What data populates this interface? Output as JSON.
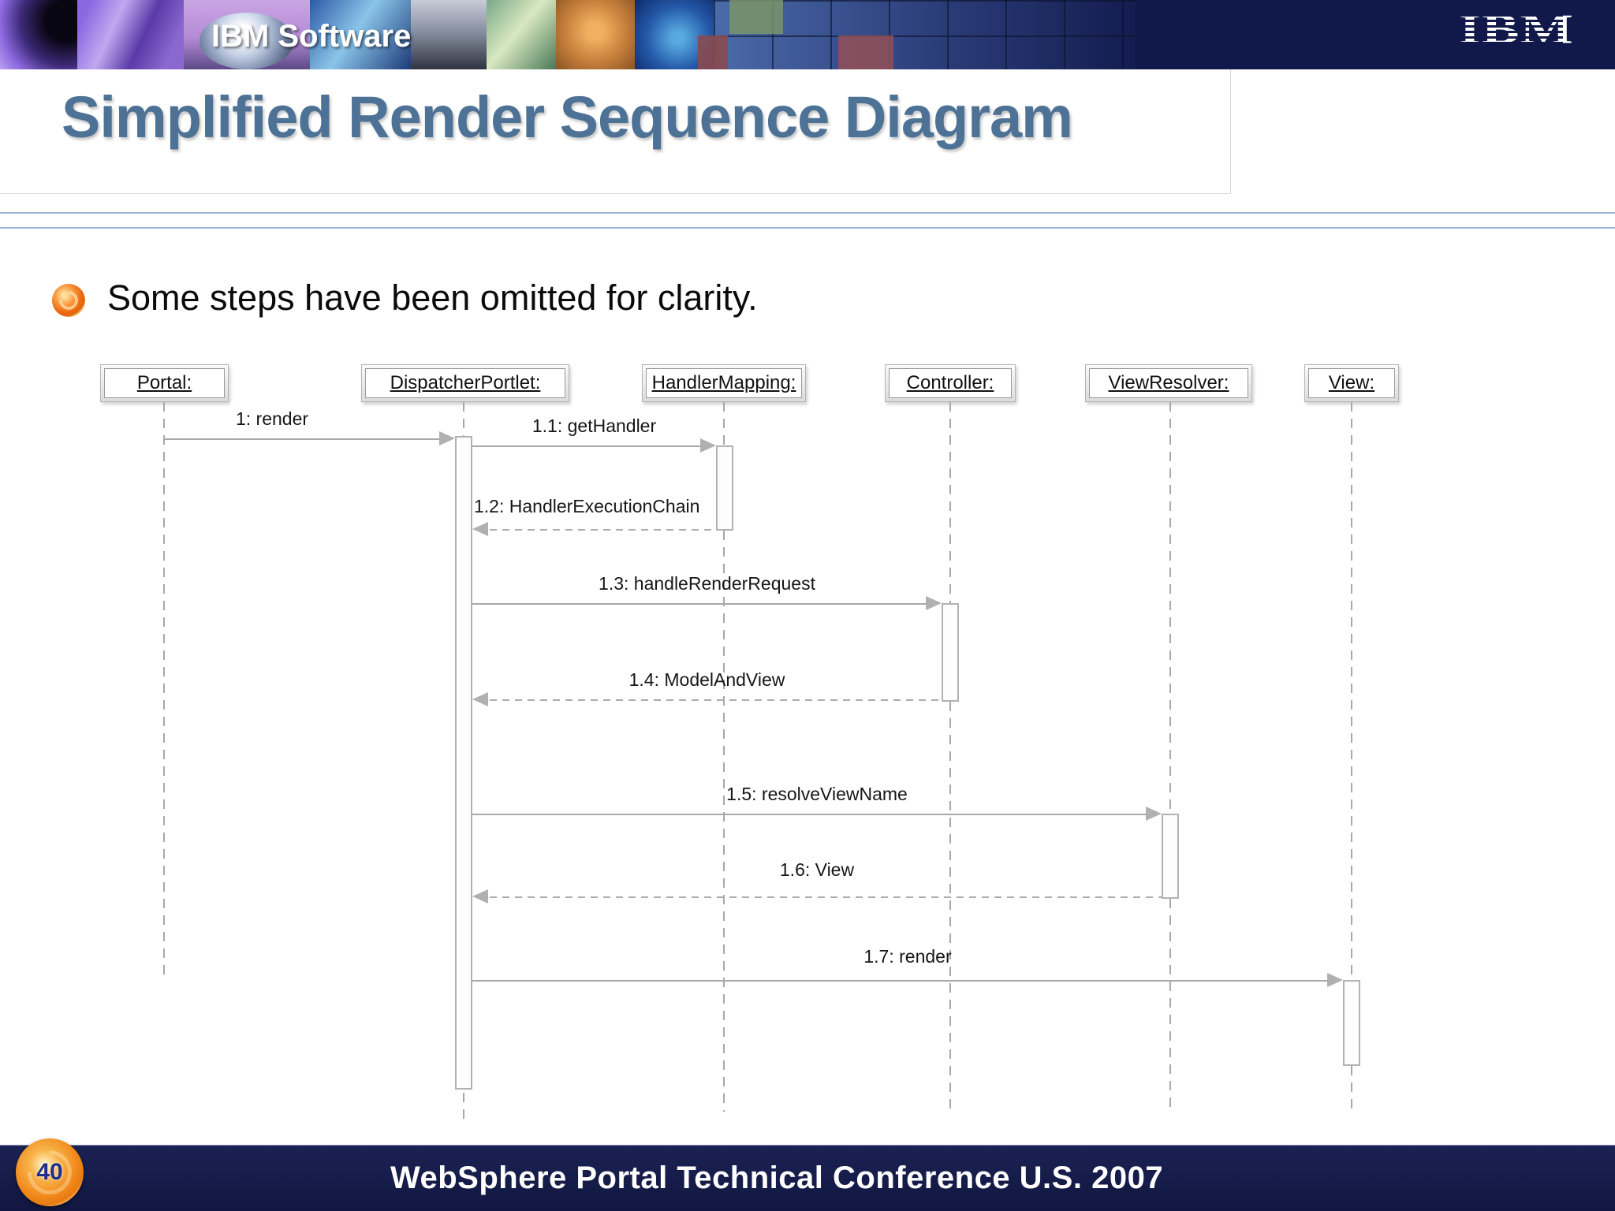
{
  "banner": {
    "brand_text": "IBM Software",
    "logo_text": "IBM"
  },
  "slide": {
    "title": "Simplified Render Sequence Diagram",
    "bullet_text": "Some steps have been omitted for clarity."
  },
  "diagram": {
    "lifelines": [
      {
        "label": "Portal:"
      },
      {
        "label": "DispatcherPortlet:"
      },
      {
        "label": "HandlerMapping:"
      },
      {
        "label": "Controller:"
      },
      {
        "label": "ViewResolver:"
      },
      {
        "label": "View:"
      }
    ],
    "messages": [
      {
        "label": "1: render",
        "from": "Portal",
        "to": "DispatcherPortlet",
        "kind": "call"
      },
      {
        "label": "1.1: getHandler",
        "from": "DispatcherPortlet",
        "to": "HandlerMapping",
        "kind": "call"
      },
      {
        "label": "1.2: HandlerExecutionChain",
        "from": "HandlerMapping",
        "to": "DispatcherPortlet",
        "kind": "return"
      },
      {
        "label": "1.3: handleRenderRequest",
        "from": "DispatcherPortlet",
        "to": "Controller",
        "kind": "call"
      },
      {
        "label": "1.4: ModelAndView",
        "from": "Controller",
        "to": "DispatcherPortlet",
        "kind": "return"
      },
      {
        "label": "1.5: resolveViewName",
        "from": "DispatcherPortlet",
        "to": "ViewResolver",
        "kind": "call"
      },
      {
        "label": "1.6: View",
        "from": "ViewResolver",
        "to": "DispatcherPortlet",
        "kind": "return"
      },
      {
        "label": "1.7: render",
        "from": "DispatcherPortlet",
        "to": "View",
        "kind": "call"
      }
    ]
  },
  "footer": {
    "page_number": "40",
    "conference": "WebSphere Portal Technical Conference U.S. 2007"
  },
  "colors": {
    "title_blue": "#4d7296",
    "divider_blue": "#9fb6d8",
    "footer_navy": "#141a4a",
    "banner_navy": "#11194a",
    "diagram_gray": "#a9a9a9",
    "badge_orange": "#f28b1e"
  }
}
